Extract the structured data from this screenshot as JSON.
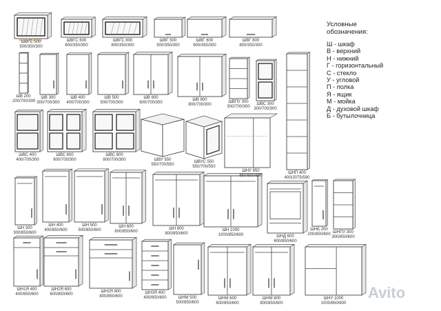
{
  "legend": {
    "title": "Условные\nобозначения:",
    "items": [
      "Ш - шкаф",
      "В - верхний",
      "Н - нижний",
      "Г - горизонтальный",
      "С - стекло",
      "У - угловой",
      "П - полка",
      "Я - ящик",
      "М - мойка",
      "Д - духовой шкаф",
      "Б - бутылочница"
    ]
  },
  "modules": [
    {
      "code": "ШВГС 500",
      "dims": "500/350/300",
      "type": "upper-glass-h"
    },
    {
      "code": "ШВГС 600",
      "dims": "600/350/300",
      "type": "upper-glass-h"
    },
    {
      "code": "ШВГС 800",
      "dims": "800/350/300",
      "type": "upper-glass-h"
    },
    {
      "code": "ШВГ 500",
      "dims": "500/350/300",
      "type": "upper-h"
    },
    {
      "code": "ШВГ 600",
      "dims": "600/350/300",
      "type": "upper-h"
    },
    {
      "code": "ШВГ 800",
      "dims": "800/350/300",
      "type": "upper-h"
    },
    {
      "code": "ШВ 200",
      "dims": "200/700/300",
      "type": "upper-open"
    },
    {
      "code": "ШВ 300",
      "dims": "300/700/300",
      "type": "upper"
    },
    {
      "code": "ШВ 400",
      "dims": "400/700/300",
      "type": "upper"
    },
    {
      "code": "ШВ 500",
      "dims": "500/700/300",
      "type": "upper"
    },
    {
      "code": "ШВ 600",
      "dims": "600/700/300",
      "type": "upper-2"
    },
    {
      "code": "ШВ 800",
      "dims": "800/700/300",
      "type": "upper-2"
    },
    {
      "code": "ШВПУ 300",
      "dims": "300/700/300",
      "type": "upper-open"
    },
    {
      "code": "ШВС 300",
      "dims": "300/700/300",
      "type": "upper-glass"
    },
    {
      "code": "ШВС 400",
      "dims": "400/700/300",
      "type": "upper-glass"
    },
    {
      "code": "ШВС 600",
      "dims": "600/700/300",
      "type": "upper-glass-2"
    },
    {
      "code": "ШВС 800",
      "dims": "800/700/300",
      "type": "upper-glass-2"
    },
    {
      "code": "ШВУ 550",
      "dims": "550/700/550",
      "type": "corner"
    },
    {
      "code": "ШВУС 550",
      "dims": "550/700/550",
      "type": "corner-glass"
    },
    {
      "code": "ШНУ 850",
      "dims": "850/850/850",
      "type": "corner-low"
    },
    {
      "code": "ШНП 400",
      "dims": "400/2075/590",
      "type": "tall"
    },
    {
      "code": "ШН 300",
      "dims": "300/850/600",
      "type": "low"
    },
    {
      "code": "ШН 400",
      "dims": "400/850/600",
      "type": "low"
    },
    {
      "code": "ШН 500",
      "dims": "500/850/600",
      "type": "low"
    },
    {
      "code": "ШН 600",
      "dims": "600/850/600",
      "type": "low-2"
    },
    {
      "code": "ШН 800",
      "dims": "800/850/600",
      "type": "low-2"
    },
    {
      "code": "ШН 1000",
      "dims": "1000/850/600",
      "type": "low-2"
    },
    {
      "code": "ШНД 600",
      "dims": "600/850/600",
      "type": "oven"
    },
    {
      "code": "ШНБ 200",
      "dims": "200/850/600",
      "type": "low"
    },
    {
      "code": "ШНПУ 300",
      "dims": "300/850/600",
      "type": "low-open"
    },
    {
      "code": "ШН1Я 400",
      "dims": "400/850/600",
      "type": "low-drawer"
    },
    {
      "code": "ШН2Я 600",
      "dims": "600/850/600",
      "type": "low-2drawer"
    },
    {
      "code": "ШН2Я 800",
      "dims": "800/850/600",
      "type": "low-2drawer"
    },
    {
      "code": "ШН3Я 400",
      "dims": "400/850/600",
      "type": "drawers"
    },
    {
      "code": "ШНМ 500",
      "dims": "500/850/600",
      "type": "sink"
    },
    {
      "code": "ШНМ 600",
      "dims": "600/850/600",
      "type": "sink-2"
    },
    {
      "code": "ШНМ 800",
      "dims": "800/850/600",
      "type": "sink-2"
    },
    {
      "code": "ШНУ 1000",
      "dims": "1000/850/600",
      "type": "open-low"
    }
  ],
  "watermark": "Avito",
  "corner_mark": "600/350/300"
}
